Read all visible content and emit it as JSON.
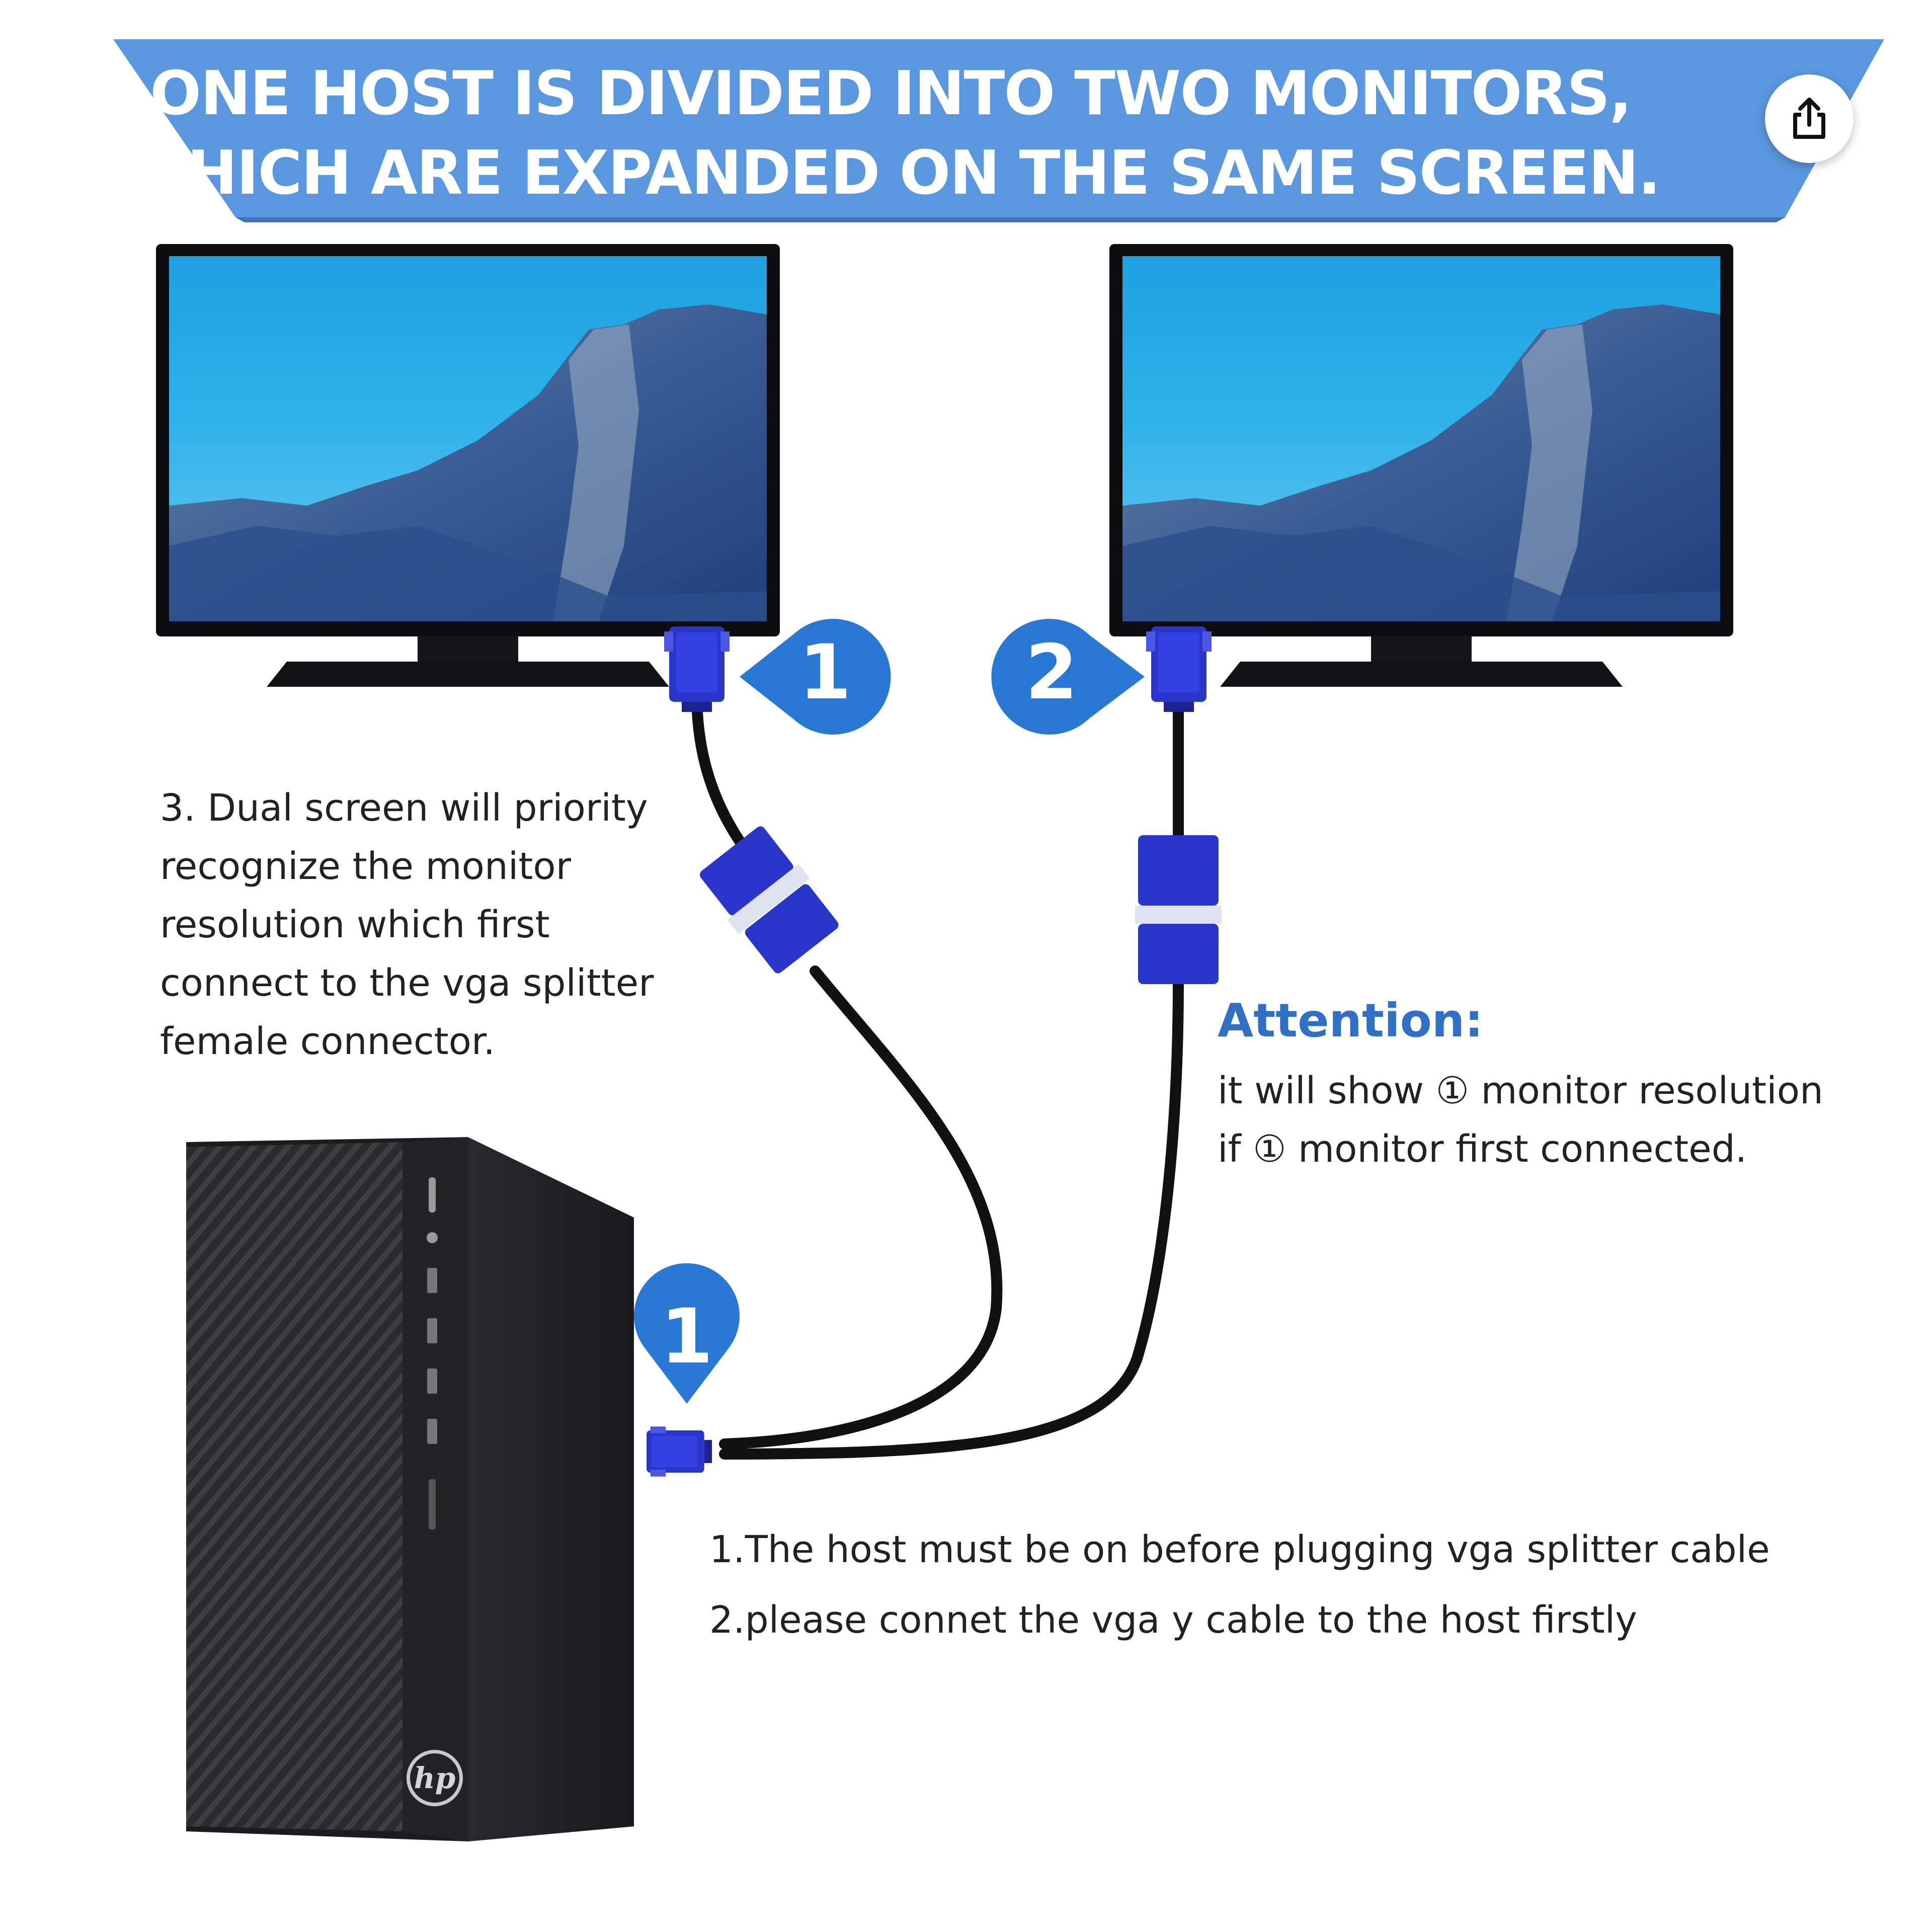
{
  "banner": {
    "line1": "ONE HOST IS DIVIDED INTO TWO MONITORS,",
    "line2": "WHICH ARE EXPANDED ON THE SAME SCREEN."
  },
  "share_icon": "share-icon",
  "markers": {
    "monitor_left": "1",
    "monitor_right": "2",
    "host_port": "1"
  },
  "note_left": {
    "line1": "3. Dual screen will priority",
    "line2": "recognize the monitor",
    "line3": "resolution which first",
    "line4": "connect to the vga splitter",
    "line5": "female connector."
  },
  "attention": {
    "title": "Attention:",
    "line1": "it will show ① monitor resolution",
    "line2": "if ① monitor first connected."
  },
  "instructions": {
    "line1": "1.The host must be on before plugging vga splitter cable",
    "line2": "2.please connet the vga y cable to the host firstly"
  },
  "host_logo": "hp",
  "colors": {
    "banner_blue": "#5b97de",
    "marker_blue": "#2a78d6",
    "vga_blue": "#2a35c9",
    "attention_blue": "#2f6fc6"
  }
}
